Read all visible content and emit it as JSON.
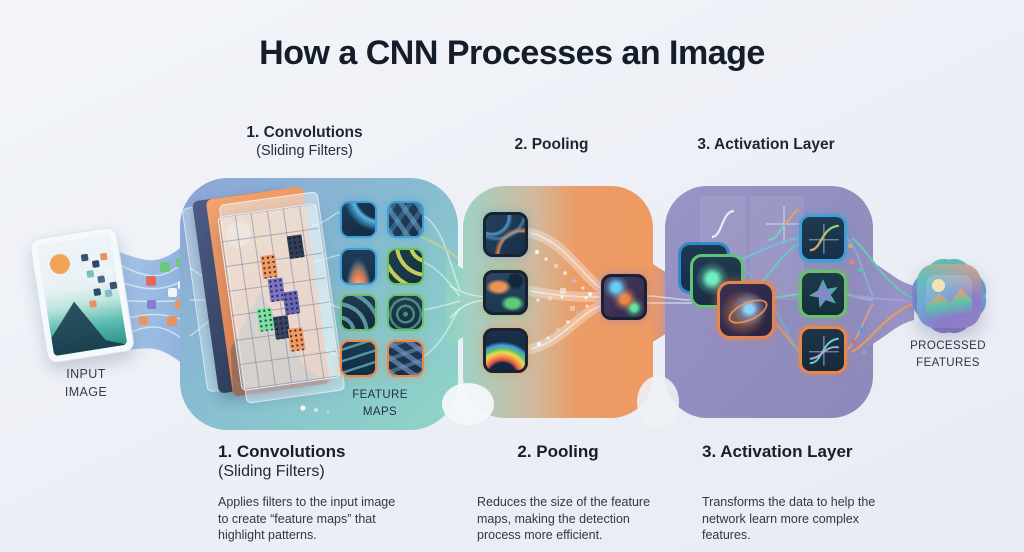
{
  "title": "How a CNN Processes an Image",
  "stages_top": [
    {
      "label": "1. Convolutions",
      "sub": "(Sliding Filters)"
    },
    {
      "label": "2. Pooling",
      "sub": ""
    },
    {
      "label": "3. Activation Layer",
      "sub": ""
    }
  ],
  "flow": {
    "input_label": "INPUT\nIMAGE",
    "feature_maps_label": "FEATURE\nMAPS",
    "output_label": "PROCESSED\nFEATURES"
  },
  "descriptions": [
    {
      "heading": "1. Convolutions",
      "subheading": "(Sliding Filters)",
      "body": "Applies filters to the input image to create “feature maps” that highlight patterns."
    },
    {
      "heading": "2. Pooling",
      "subheading": "",
      "body": "Reduces the size of the feature maps, making the detection process more efficient."
    },
    {
      "heading": "3. Activation Layer",
      "subheading": "",
      "body": "Transforms the data to help the network learn more complex features."
    }
  ],
  "colors": {
    "convolution_blob_start": "#8fa5d6",
    "convolution_blob_end": "#84ccc2",
    "pooling_orange": "#ee9a62",
    "activation_purple": "#928fc2",
    "tile_border_blue": "#3f9fd6",
    "tile_border_green": "#6cc06c",
    "tile_border_orange": "#e8874a",
    "tile_border_purple": "#8677cc",
    "title_text": "#151c2a"
  }
}
